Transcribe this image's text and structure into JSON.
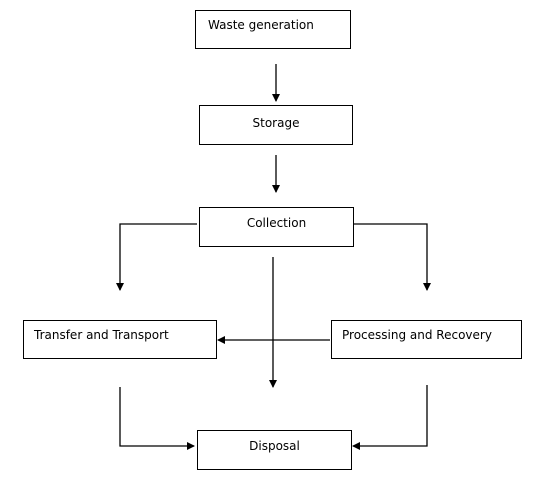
{
  "diagram": {
    "nodes": {
      "waste_generation": "Waste generation",
      "storage": "Storage",
      "collection": "Collection",
      "transfer_transport": "Transfer and Transport",
      "processing_recovery": "Processing and Recovery",
      "disposal": "Disposal"
    },
    "line_color": "#000000"
  }
}
